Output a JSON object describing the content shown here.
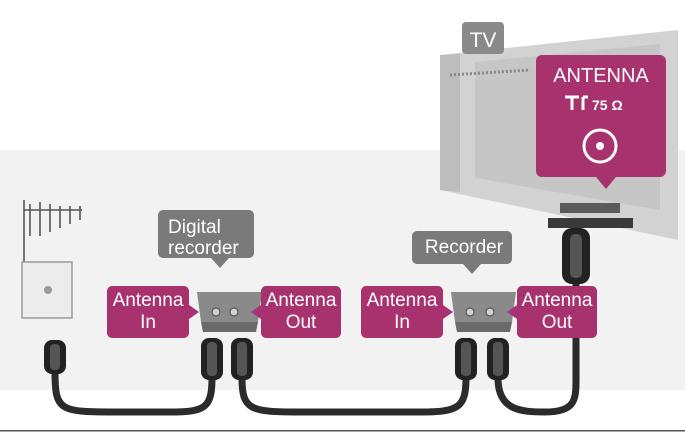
{
  "tv": {
    "label": "TV"
  },
  "antenna_panel": {
    "title": "ANTENNA",
    "impedance": "75 Ω"
  },
  "digital_recorder": {
    "label_line1": "Digital",
    "label_line2": "recorder"
  },
  "recorder": {
    "label": "Recorder"
  },
  "ports": {
    "antenna_in_1": {
      "line1": "Antenna",
      "line2": "In"
    },
    "antenna_out_1": {
      "line1": "Antenna",
      "line2": "Out"
    },
    "antenna_in_2": {
      "line1": "Antenna",
      "line2": "In"
    },
    "antenna_out_2": {
      "line1": "Antenna",
      "line2": "Out"
    }
  },
  "colors": {
    "magenta_label": "#a8326e",
    "grey_label": "#7a7a7a",
    "tv_grey": "#c4c4c4",
    "cable": "#222222",
    "background_band": "#ececec"
  },
  "icons": [
    "antenna-mast-icon",
    "wall-socket-icon",
    "coax-connector-icon",
    "tv-set-icon"
  ]
}
